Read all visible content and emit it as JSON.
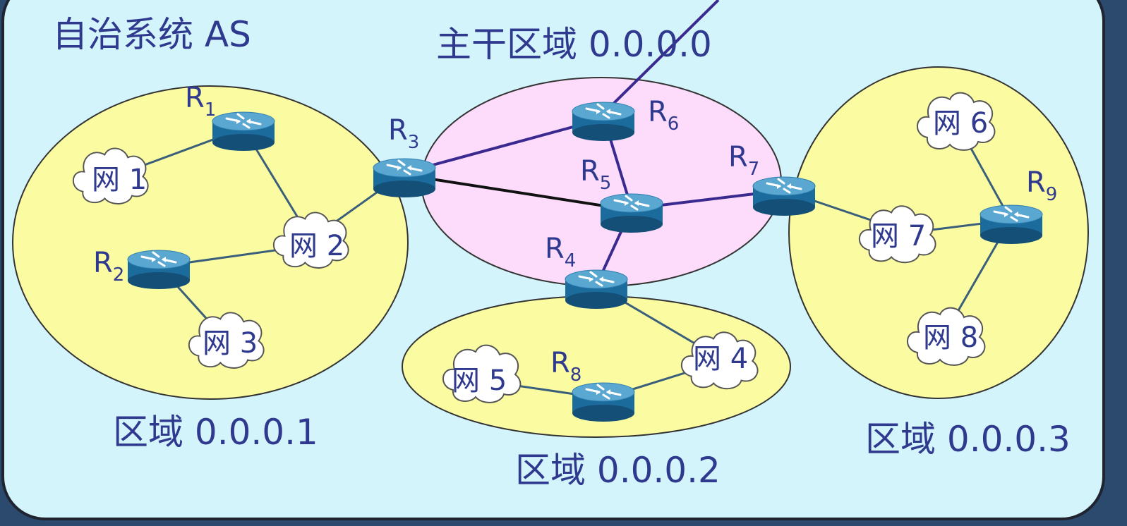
{
  "colors": {
    "as_fill": "#d4f4fc",
    "as_border": "#1f2430",
    "area_fill": "#fbfba2",
    "backbone_fill": "#fddcfb",
    "text": "#2f3a8f",
    "link_thin": "#3a5f7a",
    "link_backbone": "#3a2a8f",
    "link_black": "#111111",
    "router_top": "#5aa7d1",
    "router_body": "#1b6b9c",
    "cloud_fill": "#ffffff"
  },
  "as_label": "自治系统 AS",
  "areas": {
    "backbone": "主干区域 0.0.0.0",
    "area1": "区域 0.0.0.1",
    "area2": "区域 0.0.0.2",
    "area3": "区域 0.0.0.3"
  },
  "routers": {
    "r1": "R1",
    "r2": "R2",
    "r3": "R3",
    "r4": "R4",
    "r5": "R5",
    "r6": "R6",
    "r7": "R7",
    "r8": "R8",
    "r9": "R9"
  },
  "nets": {
    "n1": "网 1",
    "n2": "网 2",
    "n3": "网 3",
    "n4": "网 4",
    "n5": "网 5",
    "n6": "网 6",
    "n7": "网 7",
    "n8": "网 8"
  },
  "icons": {
    "router": "router-icon",
    "network": "cloud-icon"
  }
}
